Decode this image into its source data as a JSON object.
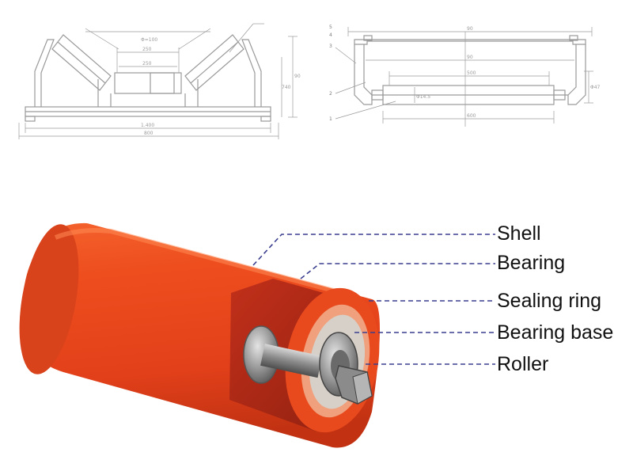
{
  "drawings": {
    "left": {
      "dims": [
        "Φ=100",
        "250",
        "250",
        "90",
        "740",
        "1.400",
        "800"
      ]
    },
    "right": {
      "parts": [
        "5",
        "4",
        "3",
        "2",
        "1"
      ],
      "dims": [
        "90",
        "90",
        "500",
        "Φ14.5",
        "Φ47",
        "600"
      ]
    }
  },
  "callouts": [
    {
      "label": "Shell"
    },
    {
      "label": "Bearing"
    },
    {
      "label": "Sealing ring"
    },
    {
      "label": "Bearing base"
    },
    {
      "label": "Roller"
    }
  ],
  "colors": {
    "shell": "#e8401c",
    "shell_dark": "#b52a10",
    "leader": "#3a3f8f",
    "drawing": "#9a9a9a"
  }
}
